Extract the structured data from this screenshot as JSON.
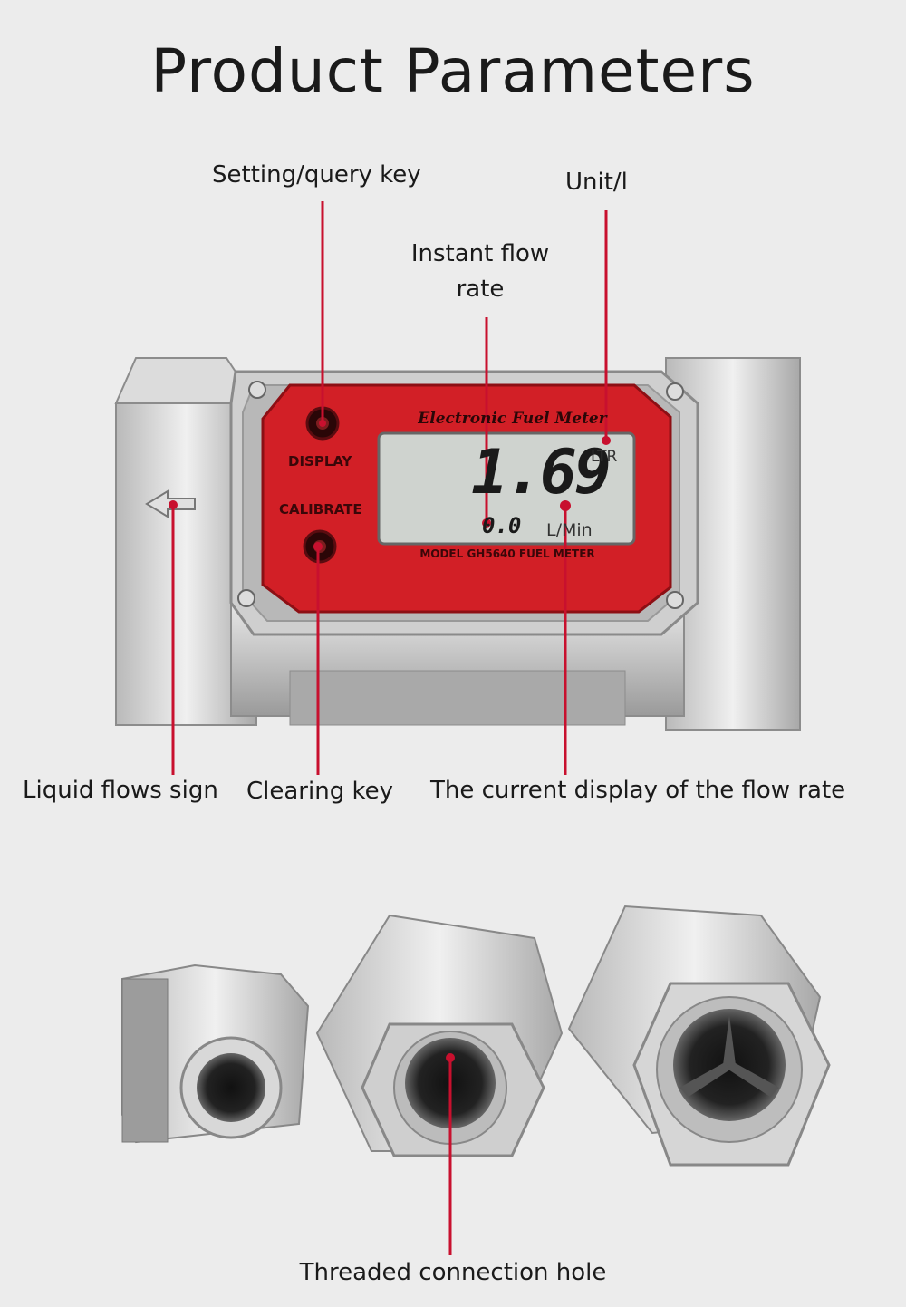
{
  "page": {
    "title": "Product Parameters"
  },
  "callouts": {
    "setting_key": "Setting/query key",
    "unit": "Unit/l",
    "instant_flow_line1": "Instant flow",
    "instant_flow_line2": "rate",
    "liquid_flows_sign": "Liquid flows sign",
    "clearing_key": "Clearing key",
    "current_display": "The current display of the flow rate",
    "threaded_hole": "Threaded connection hole"
  },
  "meter": {
    "brand_text": "Electronic Fuel Meter",
    "display_button": "DISPLAY",
    "calibrate_button": "CALIBRATE",
    "main_reading": "1.69",
    "main_unit": "LTR",
    "small_reading": "0.0",
    "small_unit": "L/Min",
    "model_text": "MODEL GH5640 FUEL METER"
  },
  "colors": {
    "background": "#ececec",
    "callout_line": "#c8102e",
    "meter_face": "#d21f26",
    "lcd": "#cfd3cf"
  }
}
